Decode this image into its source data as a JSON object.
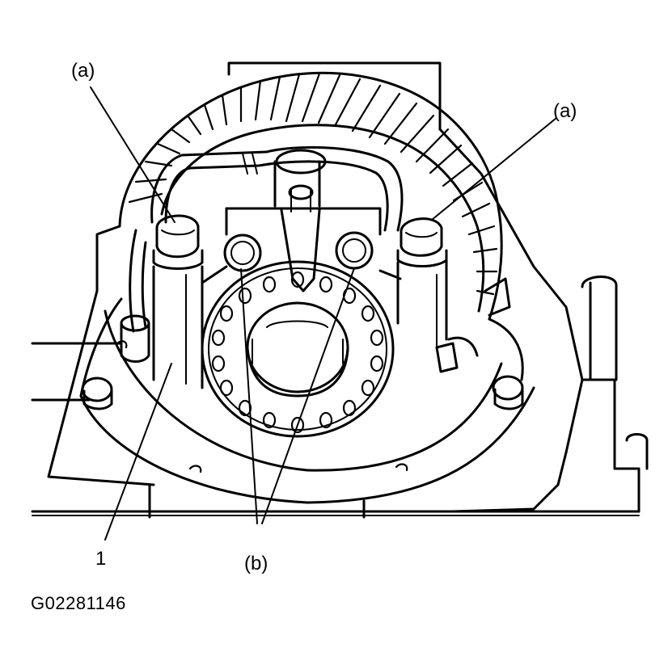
{
  "figure": {
    "id": "G02281146",
    "labels": {
      "a_left": "(a)",
      "a_right": "(a)",
      "b": "(b)",
      "one": "1"
    }
  },
  "colors": {
    "ink": "#000000",
    "paper": "#ffffff"
  }
}
